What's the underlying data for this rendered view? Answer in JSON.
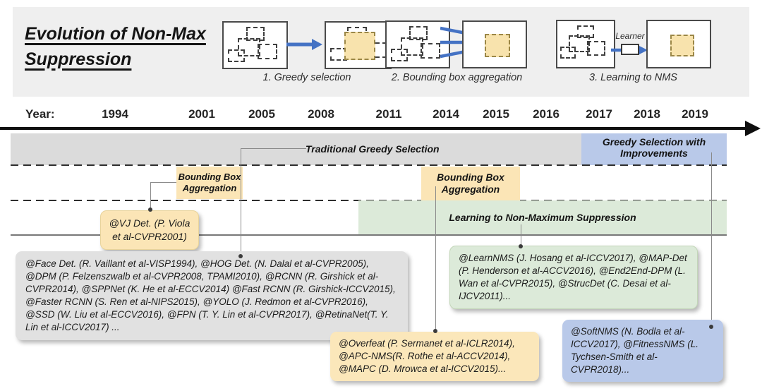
{
  "header": {
    "title": "Evolution of Non-Max Suppression"
  },
  "illustrations": {
    "greedy": {
      "label": "1. Greedy selection"
    },
    "aggregation": {
      "label": "2. Bounding box aggregation"
    },
    "learning": {
      "label": "3. Learning to NMS",
      "learner": "Learner"
    }
  },
  "timeline": {
    "year_label": "Year:",
    "years": [
      "1994",
      "2001",
      "2005",
      "2008",
      "2011",
      "2014",
      "2015",
      "2016",
      "2017",
      "2018",
      "2019"
    ]
  },
  "bands": {
    "traditional": "Traditional Greedy Selection",
    "improved": "Greedy Selection with Improvements",
    "bbox_left": "Bounding Box Aggregation",
    "bbox_right": "Bounding Box Aggregation",
    "learning": "Learning to Non-Maximum Suppression"
  },
  "callouts": {
    "vj": "@VJ Det. (P. Viola et al-CVPR2001)",
    "traditional_list": "@Face Det. (R. Vaillant et al-VISP1994), @HOG Det. (N. Dalal et al-CVPR2005), @DPM (P. Felzenszwalb et al-CVPR2008, TPAMI2010), @RCNN (R. Girshick et al-CVPR2014), @SPPNet (K. He et al-ECCV2014) @Fast RCNN (R. Girshick-ICCV2015), @Faster RCNN (S. Ren et al-NIPS2015), @YOLO (J. Redmon et al-CVPR2016), @SSD (W. Liu et al-ECCV2016), @FPN (T. Y. Lin et al-CVPR2017), @RetinaNet(T. Y. Lin et al-ICCV2017) ...",
    "learning_list": "@LearnNMS (J. Hosang et al-ICCV2017), @MAP-Det (P. Henderson et al-ACCV2016), @End2End-DPM (L. Wan et al-CVPR2015), @StrucDet (C. Desai et al-IJCV2011)...",
    "aggregation_list": "@Overfeat (P. Sermanet et al-ICLR2014), @APC-NMS(R. Rothe et al-ACCV2014), @MAPC (D. Mrowca et al-ICCV2015)...",
    "improved_list": "@SoftNMS (N. Bodla et al-ICCV2017), @FitnessNMS (L. Tychsen-Smith et al-CVPR2018)..."
  },
  "colors": {
    "banner_bg": "#efefef",
    "gray_band": "#dbdbdb",
    "blue": "#b9c9e9",
    "yellow": "#fbe5b6",
    "green": "#dcead9",
    "gray_box": "#e1e1e1",
    "arrow_blue": "#4472c4"
  }
}
